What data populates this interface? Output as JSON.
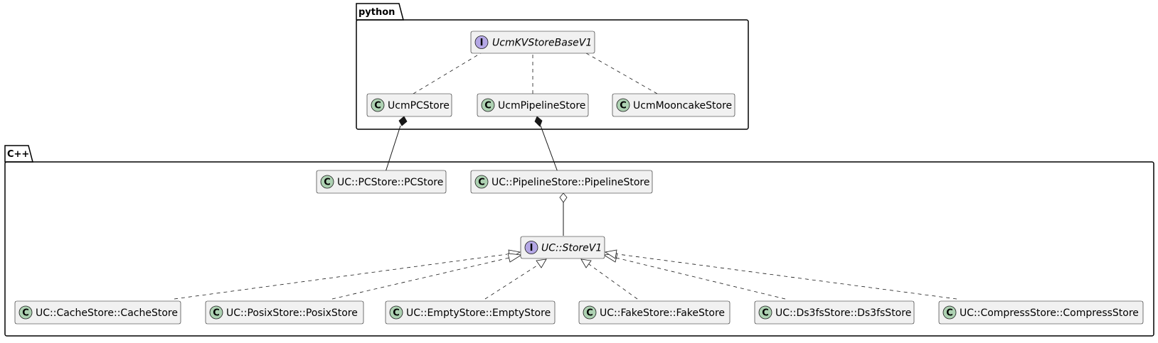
{
  "packages": {
    "python": {
      "label": "python"
    },
    "cpp": {
      "label": "C++"
    }
  },
  "classes": {
    "ucm_kvstore_base": {
      "name": "UcmKVStoreBaseV1",
      "kind": "I"
    },
    "ucm_pc_store": {
      "name": "UcmPCStore",
      "kind": "C"
    },
    "ucm_pipeline_store": {
      "name": "UcmPipelineStore",
      "kind": "C"
    },
    "ucm_mooncake_store": {
      "name": "UcmMooncakeStore",
      "kind": "C"
    },
    "uc_pcstore": {
      "name": "UC::PCStore::PCStore",
      "kind": "C"
    },
    "uc_pipelinestore": {
      "name": "UC::PipelineStore::PipelineStore",
      "kind": "C"
    },
    "uc_storev1": {
      "name": "UC::StoreV1",
      "kind": "I"
    },
    "uc_cachestore": {
      "name": "UC::CacheStore::CacheStore",
      "kind": "C"
    },
    "uc_posixstore": {
      "name": "UC::PosixStore::PosixStore",
      "kind": "C"
    },
    "uc_emptystore": {
      "name": "UC::EmptyStore::EmptyStore",
      "kind": "C"
    },
    "uc_fakestore": {
      "name": "UC::FakeStore::FakeStore",
      "kind": "C"
    },
    "uc_ds3fsstore": {
      "name": "UC::Ds3fsStore::Ds3fsStore",
      "kind": "C"
    },
    "uc_compressstore": {
      "name": "UC::CompressStore::CompressStore",
      "kind": "C"
    }
  },
  "colors": {
    "class_badge": "#add1b2",
    "interface_badge": "#b4a7e5",
    "class_fill": "#f1f1f1",
    "line": "#181818"
  }
}
